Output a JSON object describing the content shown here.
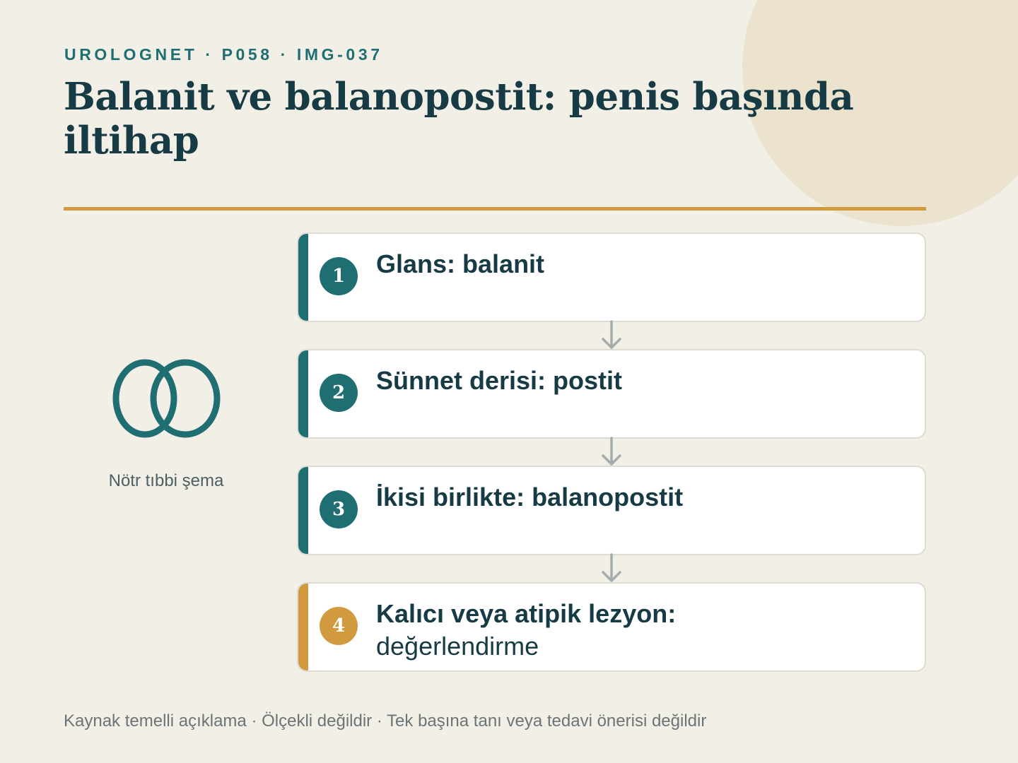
{
  "header": {
    "eyebrow": "UROLOGNET · P058 · IMG-037",
    "title": "Balanit ve balanopostit: penis başında iltihap"
  },
  "schema": {
    "icon": "overlapping-rings-icon",
    "label": "Nötr tıbbi şema"
  },
  "steps": [
    {
      "number": "1",
      "title": "Glans: balanit",
      "subtitle": ""
    },
    {
      "number": "2",
      "title": "Sünnet derisi: postit",
      "subtitle": ""
    },
    {
      "number": "3",
      "title": "İkisi birlikte: balanopostit",
      "subtitle": ""
    },
    {
      "number": "4",
      "title": "Kalıcı veya atipik lezyon:",
      "subtitle": "değerlendirme"
    }
  ],
  "footer": "Kaynak temelli açıklama · Ölçekli değildir · Tek başına tanı veya tedavi önerisi değildir",
  "colors": {
    "background": "#f2efe7",
    "teal": "#1f6e72",
    "accent": "#d19a3f",
    "text": "#173b45"
  }
}
